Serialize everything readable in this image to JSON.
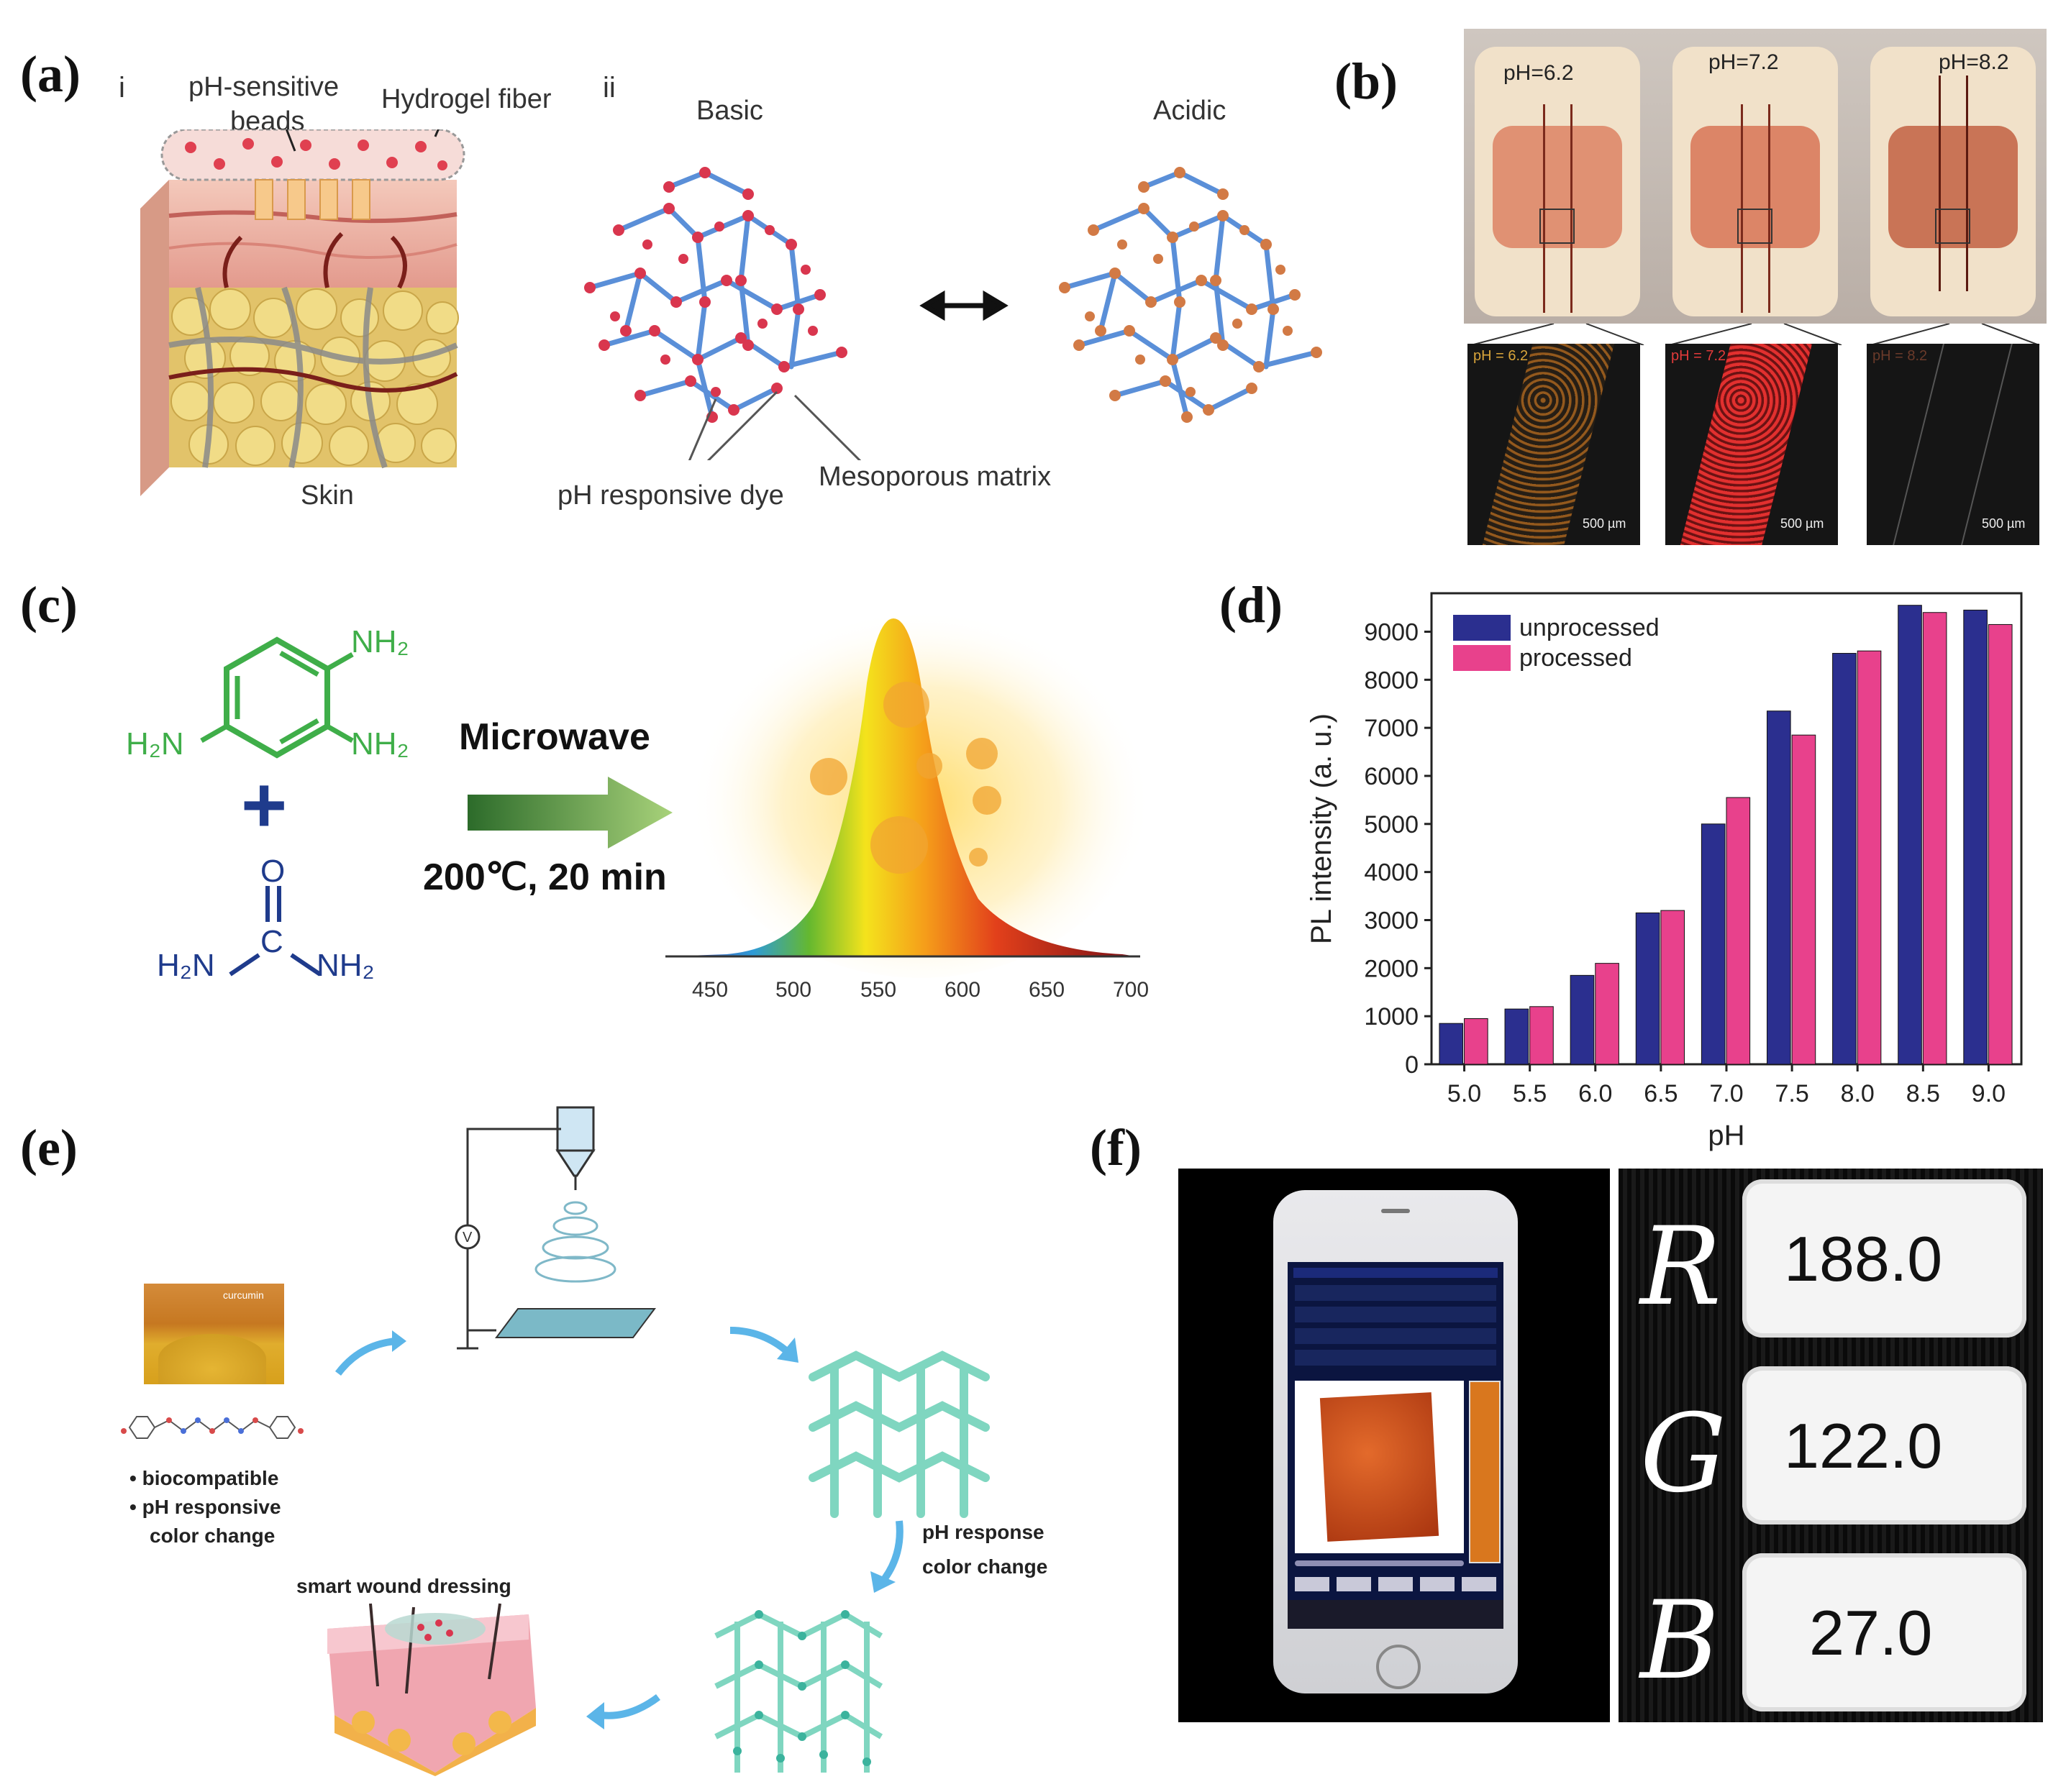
{
  "figure": {
    "panels": {
      "a": {
        "label": "(a)",
        "sub_i": "i",
        "sub_ii": "ii",
        "beads_line1": "pH-sensitive",
        "beads_line2": "beads",
        "hydrogel": "Hydrogel fiber",
        "skin": "Skin",
        "basic": "Basic",
        "acidic": "Acidic",
        "dye": "pH responsive dye",
        "matrix": "Mesoporous matrix"
      },
      "b": {
        "label": "(b)",
        "ph_labels": [
          "pH=6.2",
          "pH=7.2",
          "pH=8.2"
        ],
        "micro_labels": [
          "pH = 6.2",
          "pH = 7.2",
          "pH = 8.2"
        ],
        "scale_bar": "500 µm"
      },
      "c": {
        "label": "(c)",
        "reactant1_nh2": "NH₂",
        "reactant1_h2n": "H₂N",
        "plus": "+",
        "urea_o": "O",
        "urea_c": "C",
        "urea_h2n": "H₂N",
        "urea_nh2": "NH₂",
        "method": "Microwave",
        "conditions": "200℃,  20 min",
        "spectrum_ticks": [
          "450",
          "500",
          "550",
          "600",
          "650",
          "700"
        ]
      },
      "d": {
        "label": "(d)"
      },
      "e": {
        "label": "(e)",
        "turmeric_label": "curcumin",
        "bullet1": "biocompatible",
        "bullet2": "pH responsive",
        "bullet2b": "color change",
        "response_line1": "pH response",
        "response_line2": "color change",
        "dressing": "smart wound dressing",
        "voltage": "V"
      },
      "f": {
        "label": "(f)",
        "letters": [
          "R",
          "G",
          "B"
        ],
        "values": [
          "188.0",
          "122.0",
          "27.0"
        ],
        "swatch_color": "#BC7A1B"
      }
    }
  },
  "chart_data": {
    "type": "bar",
    "categories": [
      "5.0",
      "5.5",
      "6.0",
      "6.5",
      "7.0",
      "7.5",
      "8.0",
      "8.5",
      "9.0"
    ],
    "series": [
      {
        "name": "unprocessed",
        "color": "#2b2f8f",
        "values": [
          850,
          1150,
          1850,
          3150,
          5000,
          7350,
          8550,
          9550,
          9450
        ]
      },
      {
        "name": "processed",
        "color": "#e8418c",
        "values": [
          950,
          1200,
          2100,
          3200,
          5550,
          6850,
          8600,
          9400,
          9150
        ]
      }
    ],
    "xlabel": "pH",
    "ylabel": "PL intensity (a. u.)",
    "ylim": [
      0,
      9800
    ],
    "yticks": [
      "0",
      "1000",
      "2000",
      "3000",
      "4000",
      "5000",
      "6000",
      "7000",
      "8000",
      "9000"
    ],
    "legend": "top-left",
    "grid": false
  }
}
